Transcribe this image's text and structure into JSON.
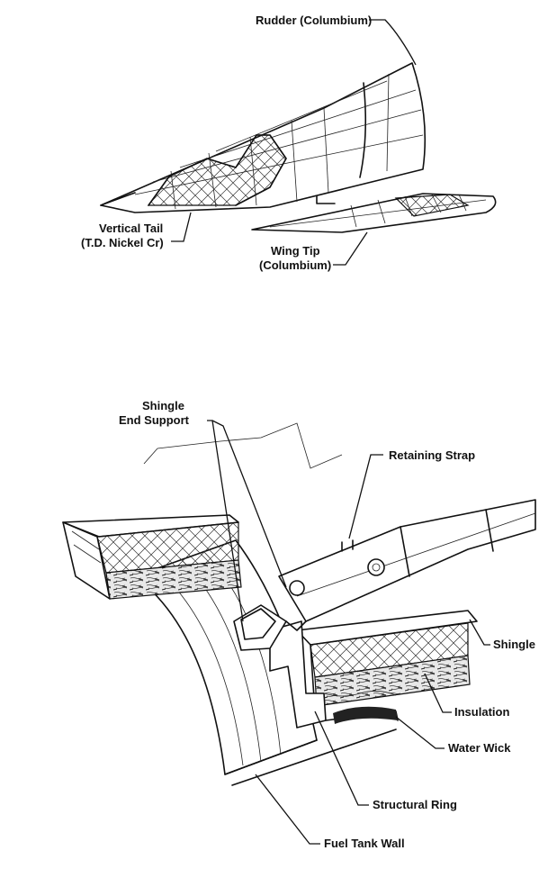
{
  "upper_view": {
    "labels": {
      "rudder": "Rudder (Columbium)",
      "vertical_tail_line1": "Vertical Tail",
      "vertical_tail_line2": "(T.D. Nickel Cr)",
      "wing_tip_line1": "Wing Tip",
      "wing_tip_line2": "(Columbium)"
    }
  },
  "lower_view": {
    "labels": {
      "shingle_end_support_line1": "Shingle",
      "shingle_end_support_line2": "End Support",
      "retaining_strap": "Retaining Strap",
      "shingle": "Shingle",
      "insulation": "Insulation",
      "water_wick": "Water Wick",
      "structural_ring": "Structural Ring",
      "fuel_tank_wall": "Fuel Tank Wall"
    }
  }
}
